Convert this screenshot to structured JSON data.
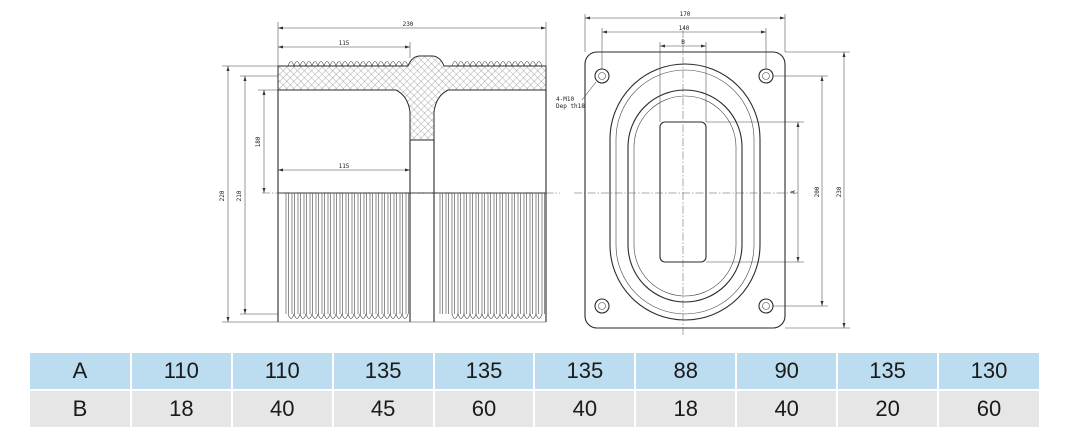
{
  "drawing": {
    "side_view": {
      "overall_width": "230",
      "upper_half_width": "115",
      "lower_half_width": "115",
      "overall_height": "220",
      "inner_height": "210",
      "upper_height": "180"
    },
    "front_view": {
      "overall_width": "170",
      "hole_spacing": "140",
      "slot_width": "B",
      "slot_height": "A",
      "hole_vertical_spacing": "200",
      "overall_height": "230",
      "hole_note_line1": "4-M10",
      "hole_note_line2": "Dep th18"
    }
  },
  "table": {
    "rows": [
      {
        "label": "A",
        "values": [
          "110",
          "110",
          "135",
          "135",
          "135",
          "88",
          "90",
          "135",
          "130"
        ]
      },
      {
        "label": "B",
        "values": [
          "18",
          "40",
          "45",
          "60",
          "40",
          "18",
          "40",
          "20",
          "60"
        ]
      }
    ]
  }
}
